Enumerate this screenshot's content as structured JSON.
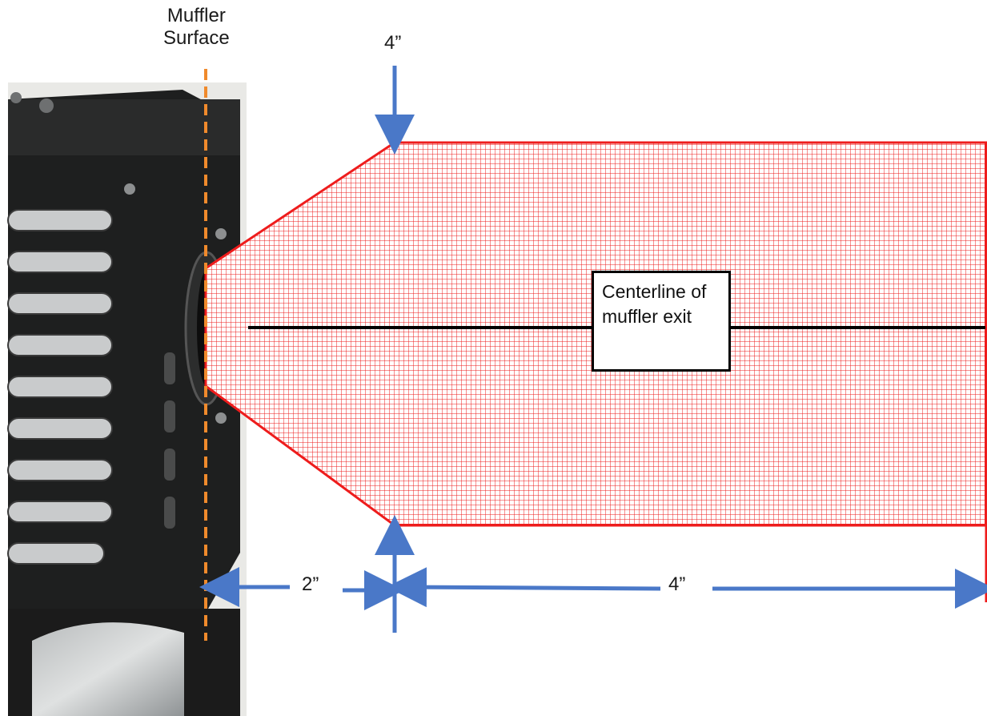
{
  "labels": {
    "muffler_surface_line1": "Muffler",
    "muffler_surface_line2": "Surface",
    "top_dimension": "4”",
    "offset_dimension": "2”",
    "length_dimension": "4”",
    "centerline_box": "Centerline of muffler exit"
  },
  "colors": {
    "zone_red": "#ee1c1c",
    "arrow_blue": "#4a78c8",
    "surface_line_orange": "#f08a2c",
    "centerline_black": "#000000"
  }
}
